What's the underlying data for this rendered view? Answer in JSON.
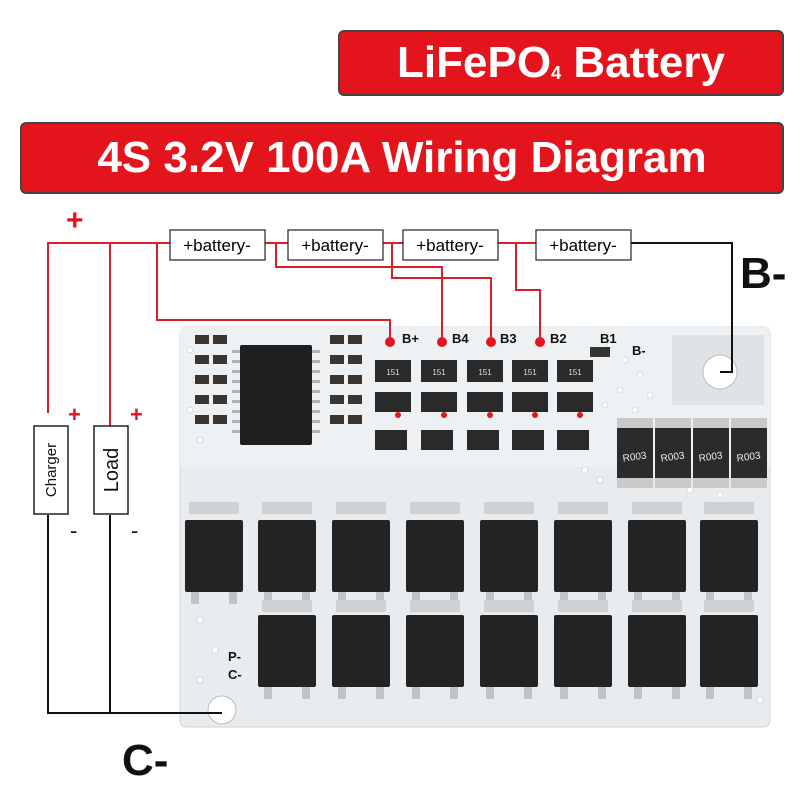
{
  "title_main": "LiFePO",
  "title_sub": "4",
  "title_rest": " Battery",
  "subtitle": "4S 3.2V 100A Wiring Diagram",
  "battery_label": "+battery-",
  "plus": "+",
  "minus": "-",
  "charger": "Charger",
  "load": "Load",
  "b_minus": "B-",
  "c_minus": "C-",
  "pcb": {
    "pads": [
      "B+",
      "B4",
      "B3",
      "B2",
      "B1"
    ],
    "board_b_minus": "B-",
    "board_p_minus": "P-",
    "board_c_minus": "C-",
    "resistors": [
      "R003",
      "R003",
      "R003",
      "R003"
    ],
    "chip_marks": [
      "151",
      "151",
      "151",
      "151",
      "151"
    ]
  },
  "colors": {
    "banner": "#e3141c",
    "wire_red": "#d81f26",
    "wire_black": "#111111",
    "board": "#e9ecef"
  }
}
